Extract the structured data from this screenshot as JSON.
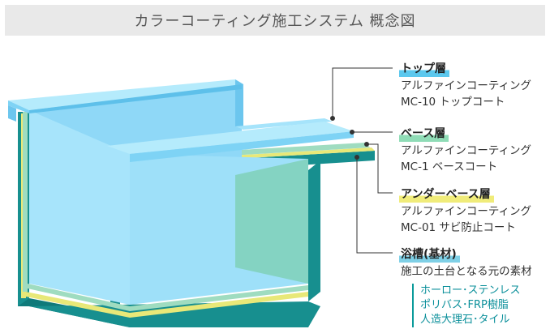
{
  "title": "カラーコーティング施工システム 概念図",
  "layers": [
    {
      "name": "トップ層",
      "desc1": "アルファインコーティング",
      "desc2": "MC-10 トップコート",
      "highlight": "#5cc8ee"
    },
    {
      "name": "ベース層",
      "desc1": "アルファインコーティング",
      "desc2": "MC-1 ベースコート",
      "highlight": "#8fdcb6"
    },
    {
      "name": "アンダーベース層",
      "desc1": "アルファインコーティング",
      "desc2": "MC-01 サビ防止コート",
      "highlight": "#f0ec7a"
    },
    {
      "name": "浴槽(基材)",
      "desc1": "施工の土台となる元の素材",
      "desc2": "",
      "highlight": "#7fd0e6"
    }
  ],
  "materials": [
    "ホーロー･ステンレス",
    "ポリバス･FRP樹脂",
    "人造大理石･タイル"
  ],
  "colors": {
    "top_coat": "#7ed3f5",
    "base_coat": "#9fdcc0",
    "under_coat": "#e8e878",
    "substrate": "#178f8f",
    "accent": "#0a9a9a"
  }
}
